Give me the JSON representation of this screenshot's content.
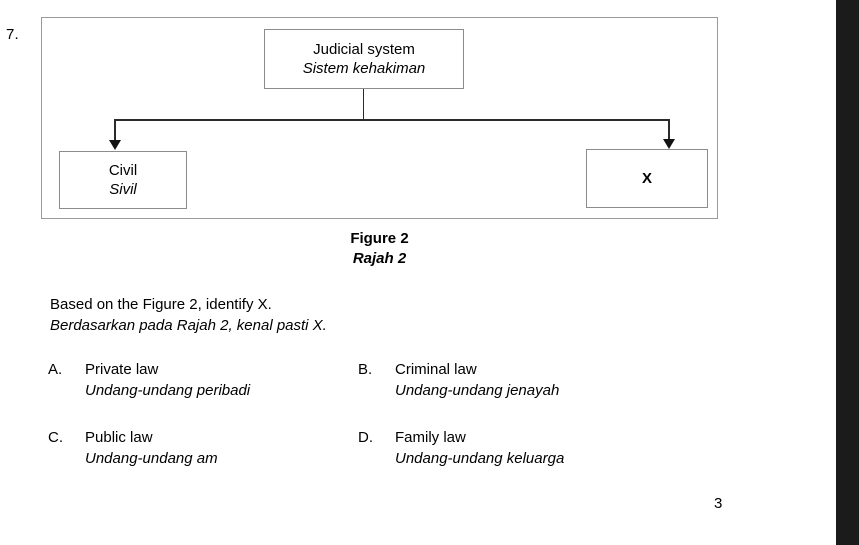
{
  "question": {
    "number": "7.",
    "stem_en": "Based on the Figure 2, identify X.",
    "stem_ms": "Berdasarkan pada Rajah 2, kenal pasti X."
  },
  "figure": {
    "caption_en": "Figure 2",
    "caption_ms": "Rajah 2",
    "nodes": {
      "root": {
        "en": "Judicial system",
        "ms": "Sistem kehakiman"
      },
      "left": {
        "en": "Civil",
        "ms": "Sivil"
      },
      "right": {
        "label": "X"
      }
    }
  },
  "options": [
    {
      "letter": "A.",
      "en": "Private law",
      "ms": "Undang-undang peribadi"
    },
    {
      "letter": "B.",
      "en": "Criminal law",
      "ms": "Undang-undang jenayah"
    },
    {
      "letter": "C.",
      "en": "Public law",
      "ms": "Undang-undang am"
    },
    {
      "letter": "D.",
      "en": "Family law",
      "ms": "Undang-undang keluarga"
    }
  ],
  "page_number": "3",
  "colors": {
    "text": "#000000",
    "box_border": "#8c8c8c",
    "frame_border": "#9a9a9a",
    "connector": "#2b2b2b",
    "scan_edge": "#1b1b1b",
    "background": "#ffffff"
  }
}
